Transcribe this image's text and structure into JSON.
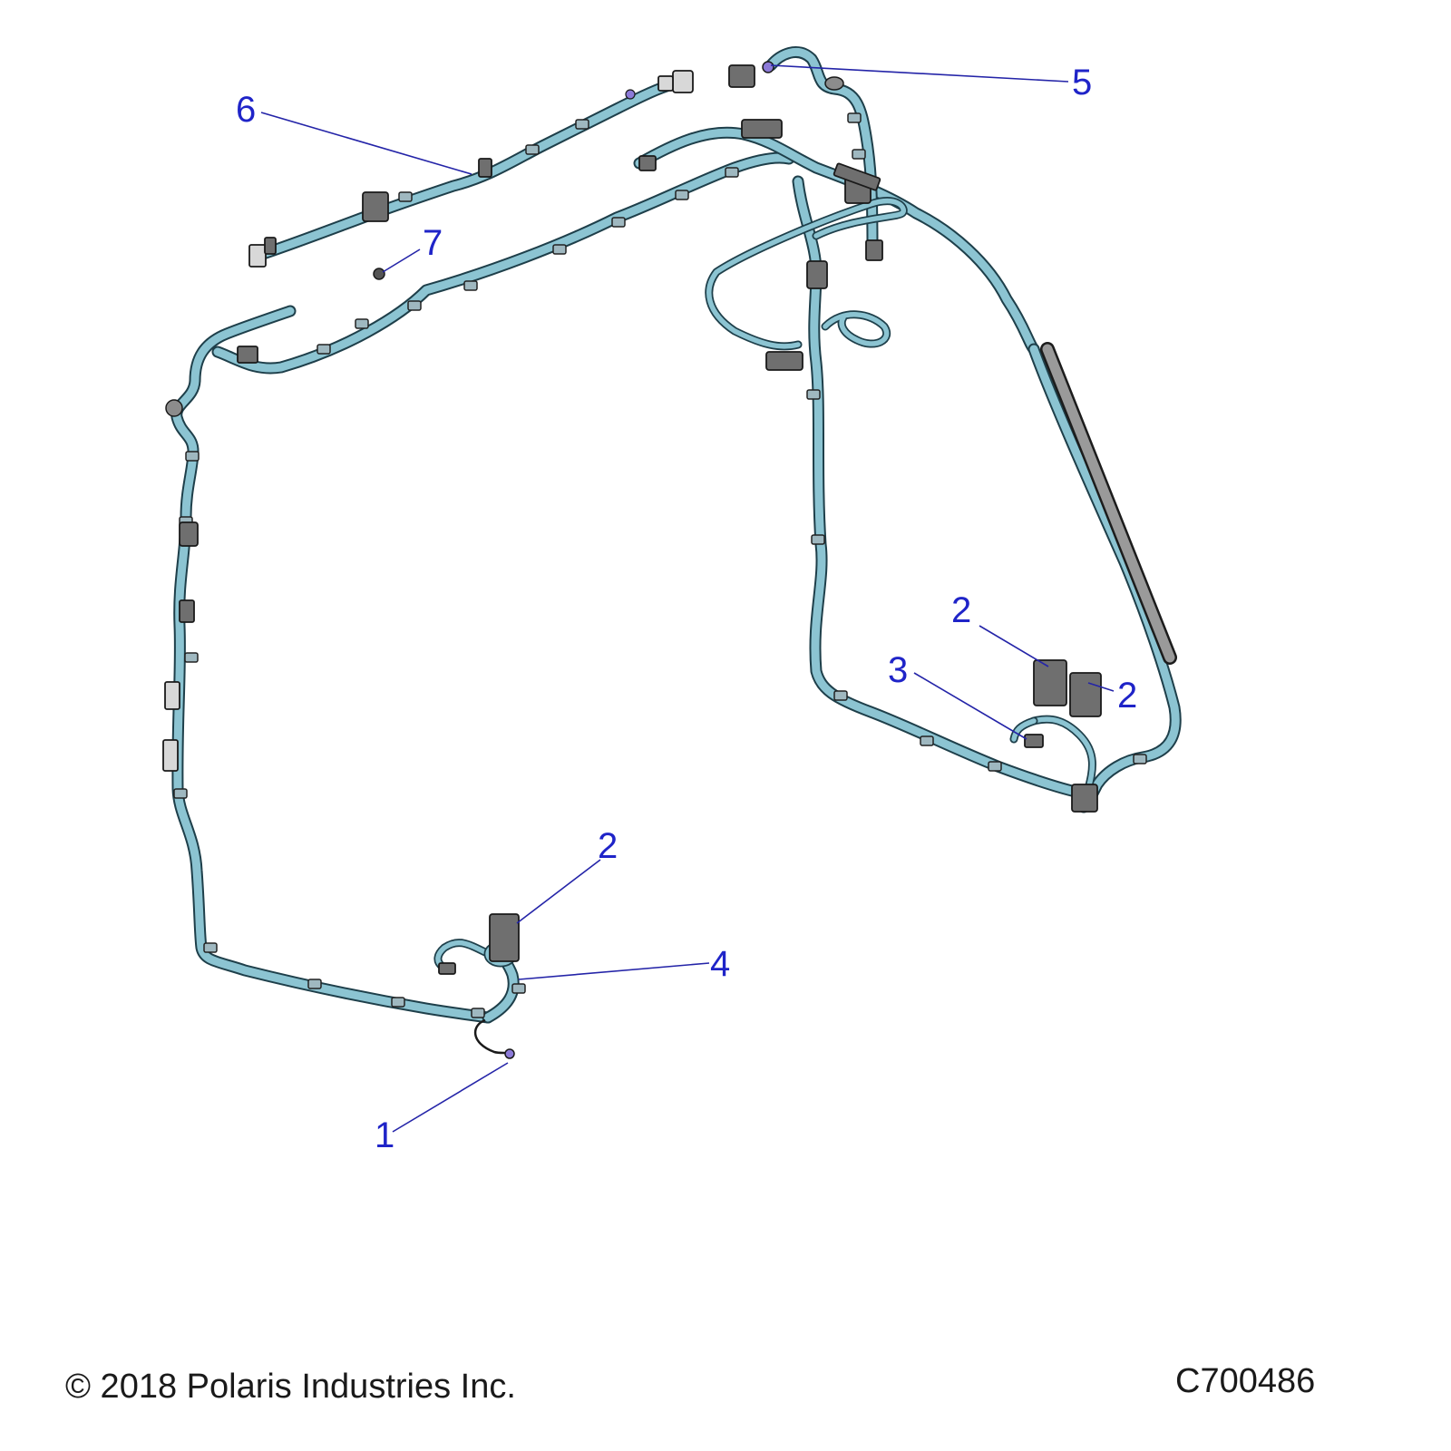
{
  "diagram": {
    "callouts": [
      {
        "id": "6",
        "label": "6"
      },
      {
        "id": "5",
        "label": "5"
      },
      {
        "id": "7",
        "label": "7"
      },
      {
        "id": "2a",
        "label": "2"
      },
      {
        "id": "3",
        "label": "3"
      },
      {
        "id": "2b",
        "label": "2"
      },
      {
        "id": "2c",
        "label": "2"
      },
      {
        "id": "4",
        "label": "4"
      },
      {
        "id": "1",
        "label": "1"
      }
    ],
    "colors": {
      "harness": "#8cc4d2",
      "harness_outline": "#1e3f4a",
      "callout": "#1f24c8",
      "connector": "#6f6f6f"
    }
  },
  "footer": {
    "copyright": "© 2018 Polaris Industries Inc.",
    "part_number": "C700486"
  }
}
